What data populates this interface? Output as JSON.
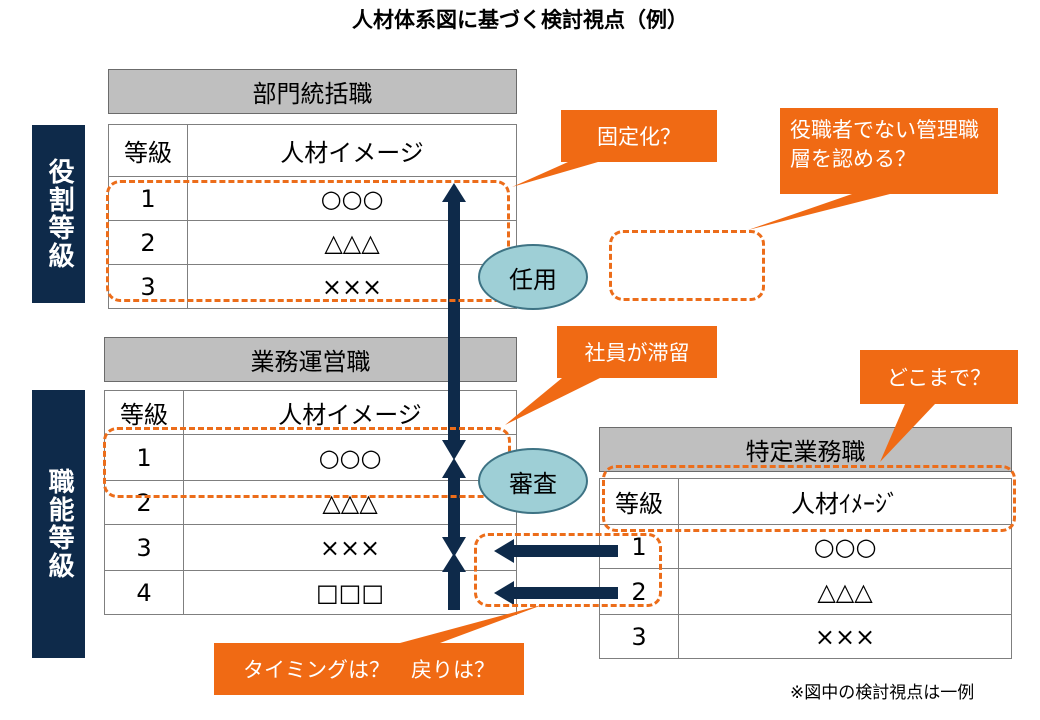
{
  "title": "人材体系図に基づく検討視点（例）",
  "sidebar": {
    "role_grade": "役割等級",
    "function_grade": "職能等級"
  },
  "dept_manager": {
    "header": "部門統括職",
    "col_grade": "等級",
    "col_image": "人材イメージ",
    "rows": [
      {
        "grade": "1",
        "image": "○○○"
      },
      {
        "grade": "2",
        "image": "△△△"
      },
      {
        "grade": "3",
        "image": "×××"
      }
    ]
  },
  "operations": {
    "header": "業務運営職",
    "col_grade": "等級",
    "col_image": "人材イメージ",
    "rows": [
      {
        "grade": "1",
        "image": "○○○"
      },
      {
        "grade": "2",
        "image": "△△△"
      },
      {
        "grade": "3",
        "image": "×××"
      },
      {
        "grade": "4",
        "image": "□□□"
      }
    ]
  },
  "specialist": {
    "header": "特定業務職",
    "col_grade": "等級",
    "col_image": "人材ｲﾒｰｼﾞ",
    "rows": [
      {
        "grade": "1",
        "image": "○○○"
      },
      {
        "grade": "2",
        "image": "△△△"
      },
      {
        "grade": "3",
        "image": "×××"
      }
    ]
  },
  "callouts": {
    "fixed": "固定化？",
    "non_manager": "役職者でない管理職層を認める？",
    "stagnation": "社員が滞留",
    "how_far": "どこまで？",
    "timing": "タイミングは？　戻りは？"
  },
  "ellipses": {
    "appointment": "任用",
    "review": "審査"
  },
  "footnote": "※図中の検討視点は一例",
  "colors": {
    "sidebar": "#0e2a4a",
    "header_gray": "#bfbfbf",
    "callout_orange": "#f06a14",
    "dash_orange": "#ec6d1a",
    "ellipse_fill": "#9ecfd6",
    "arrow_navy": "#0e2a4a"
  }
}
